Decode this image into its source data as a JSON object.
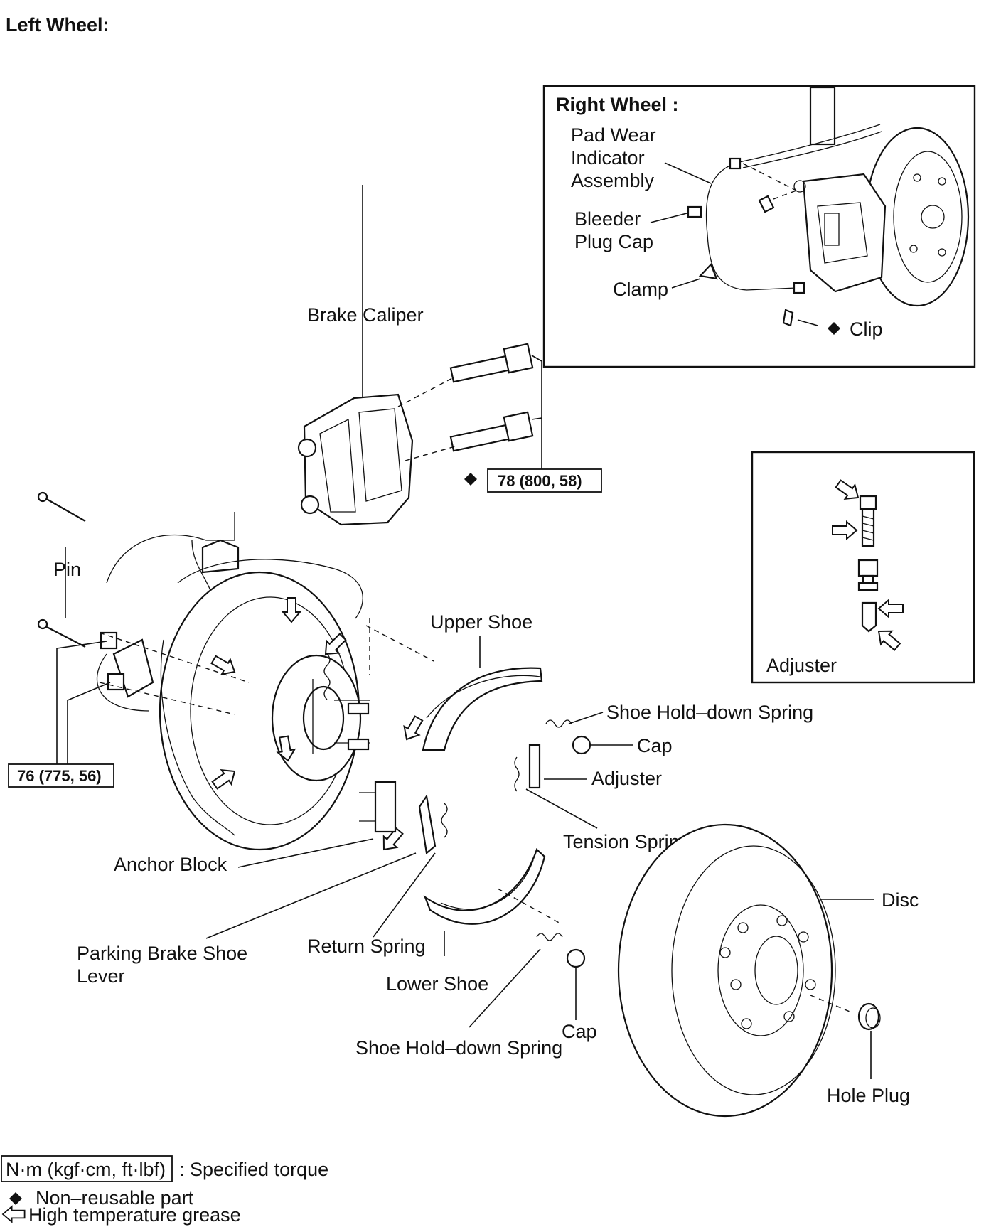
{
  "title": "Left Wheel:",
  "right_wheel": {
    "title": "Right Wheel :",
    "labels": {
      "pad_wear_1": "Pad Wear",
      "pad_wear_2": "Indicator",
      "pad_wear_3": "Assembly",
      "bleeder_1": "Bleeder",
      "bleeder_2": "Plug Cap",
      "clamp": "Clamp",
      "clip": "Clip"
    }
  },
  "adjuster_box": {
    "title": "Adjuster"
  },
  "labels": {
    "brake_caliper": "Brake Caliper",
    "pin": "Pin",
    "upper_shoe": "Upper Shoe",
    "shoe_hold_down_spring_upper": "Shoe Hold–down Spring",
    "cap_upper": "Cap",
    "adjuster": "Adjuster",
    "tension_spring": "Tension Spring",
    "disc": "Disc",
    "anchor_block": "Anchor Block",
    "parking_brake_1": "Parking  Brake  Shoe",
    "parking_brake_2": "Lever",
    "return_spring": "Return Spring",
    "lower_shoe": "Lower Shoe",
    "cap_lower": "Cap",
    "shoe_hold_down_spring_lower": "Shoe Hold–down Spring",
    "hole_plug": "Hole Plug"
  },
  "torques": {
    "caliper": "78 (800, 58)",
    "knuckle": "76 (775, 56)"
  },
  "legend": {
    "torque_unit": "N·m (kgf·cm, ft·lbf)",
    "torque_desc": ": Specified torque",
    "non_reusable": "Non–reusable part",
    "grease": "High temperature grease"
  },
  "icons": {
    "non_reusable": "diamond-icon",
    "grease": "hollow-arrow-icon"
  }
}
